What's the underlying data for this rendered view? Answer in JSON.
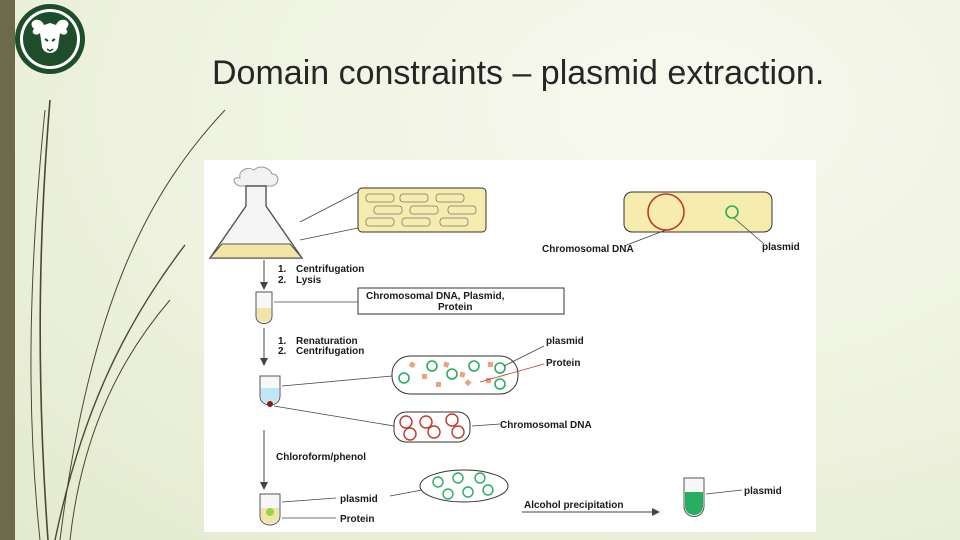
{
  "slide": {
    "title": "Domain constraints – plasmid extraction."
  },
  "logo": {
    "icon": "ram-head-logo",
    "colors": {
      "ring": "#1e4d2b",
      "inner": "#ffffff"
    }
  },
  "diagram": {
    "step1": {
      "n1": "1.",
      "t1": "Centrifugation",
      "n2": "2.",
      "t2": "Lysis"
    },
    "step2": {
      "n1": "1.",
      "t1": "Renaturation",
      "n2": "2.",
      "t2": "Centrifugation"
    },
    "lysate_box": {
      "line1": "Chromosomal DNA, Plasmid,",
      "line2": "Protein"
    },
    "cell_labels": {
      "chromosomal": "Chromosomal DNA",
      "plasmid": "plasmid"
    },
    "supernatant_labels": {
      "plasmid": "plasmid",
      "protein": "Protein"
    },
    "pellet_label": "Chromosomal DNA",
    "chloroform": "Chloroform/phenol",
    "tube_labels": {
      "plasmid": "plasmid",
      "protein": "Protein"
    },
    "alcohol": "Alcohol precipitation",
    "final_label": "plasmid"
  }
}
